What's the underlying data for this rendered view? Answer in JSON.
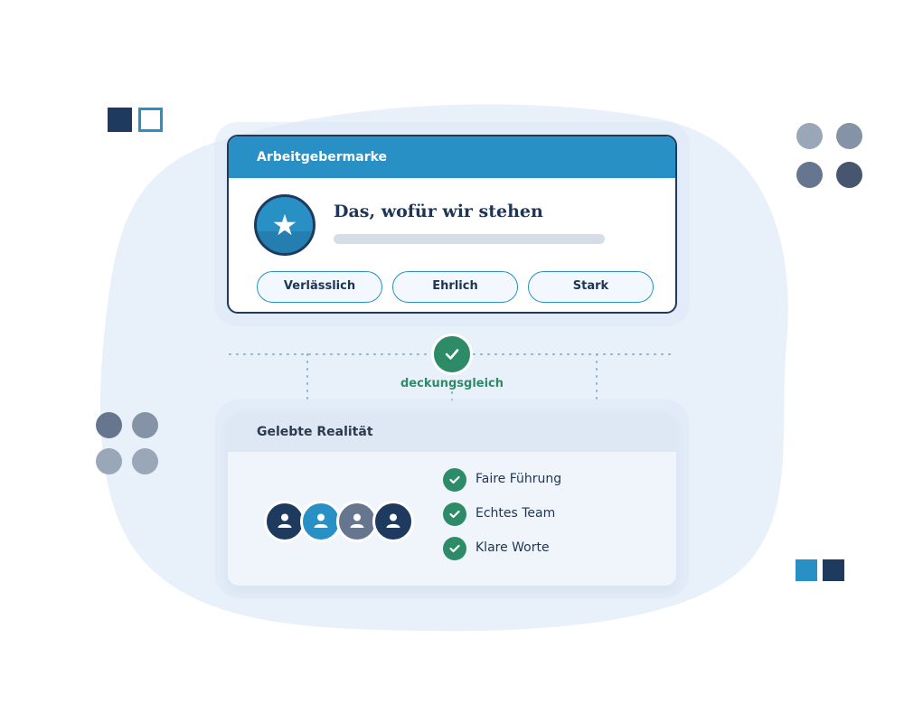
{
  "colors": {
    "navy": "#1e3a5f",
    "blue": "#2890c4",
    "green": "#2e8b67",
    "slate": "#66768f",
    "light_slate": "#9aa7b8",
    "blob": "#e8f0fa"
  },
  "employer_brand": {
    "header": "Arbeitgebermarke",
    "headline": "Das, wofür wir stehen",
    "badge_icon": "star-icon",
    "values": [
      "Verlässlich",
      "Ehrlich",
      "Stark"
    ]
  },
  "connector": {
    "icon": "check-icon",
    "label": "deckungsgleich"
  },
  "lived_reality": {
    "header": "Gelebte Realität",
    "avatars": [
      "person-icon",
      "person-icon",
      "person-icon",
      "person-icon"
    ],
    "items": [
      "Faire Führung",
      "Echtes Team",
      "Klare Worte"
    ]
  }
}
